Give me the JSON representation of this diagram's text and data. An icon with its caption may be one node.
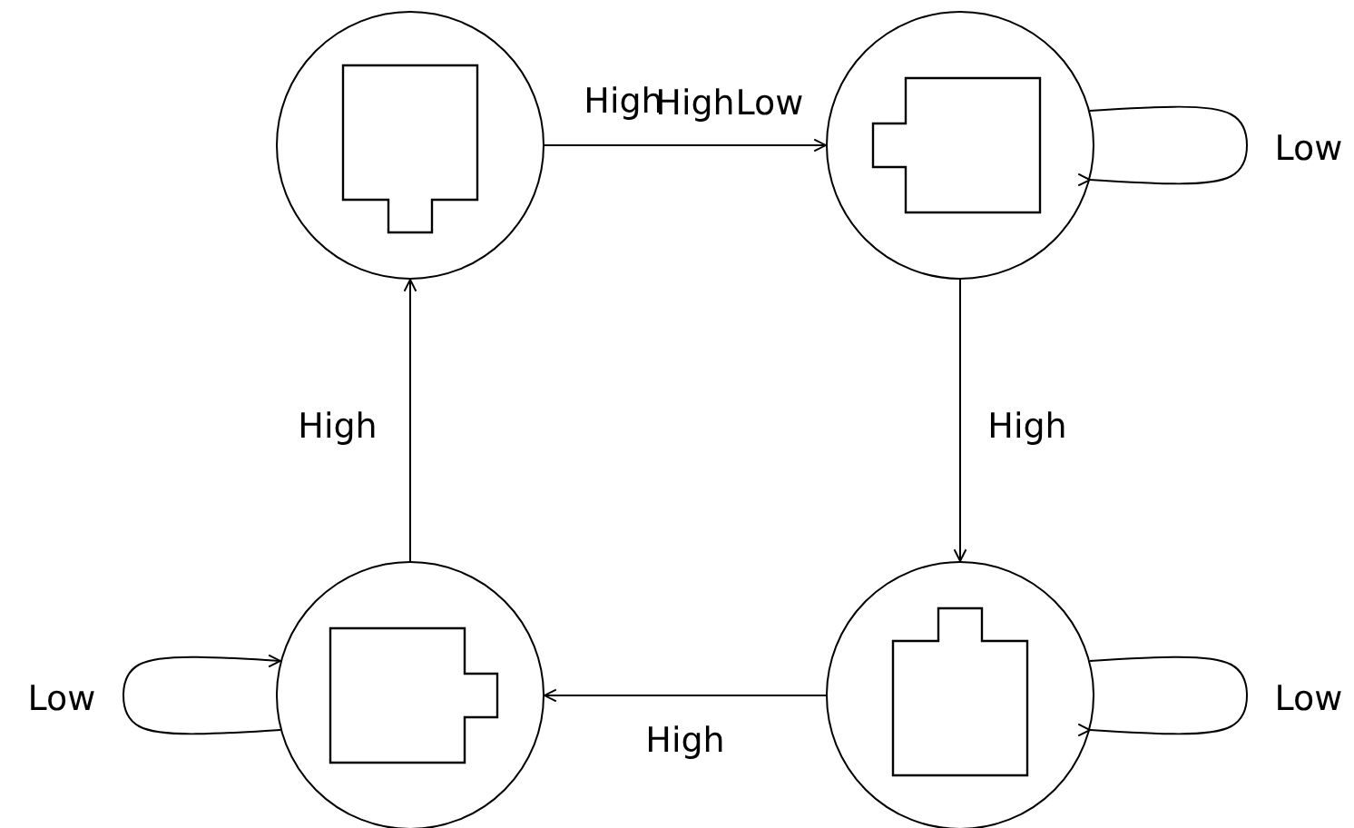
{
  "diagram": {
    "nodes": [
      {
        "text": [],
        "shape": "circle"
      },
      {
        "text": [],
        "shape": "circle"
      },
      {
        "text": [],
        "shape": "circle"
      },
      {
        "text": [],
        "shape": "circle"
      }
    ],
    "edges": [
      {
        "from": 0,
        "to": 1,
        "arrow": "to",
        "label": "High"
      },
      {
        "from": 1,
        "to": 1,
        "arrow": "to",
        "label": "Low"
      },
      {
        "from": 1,
        "to": 3,
        "arrow": "to",
        "label": "High"
      },
      {
        "from": 3,
        "to": 3,
        "arrow": "to",
        "label": "Low"
      },
      {
        "from": 3,
        "to": 2,
        "arrow": "to",
        "label": "High"
      },
      {
        "from": 2,
        "to": 2,
        "arrow": "to",
        "label": "Low"
      },
      {
        "from": 2,
        "to": 0,
        "arrow": "to",
        "label": "High"
      }
    ],
    "labels": [
      "High",
      "Low"
    ]
  }
}
